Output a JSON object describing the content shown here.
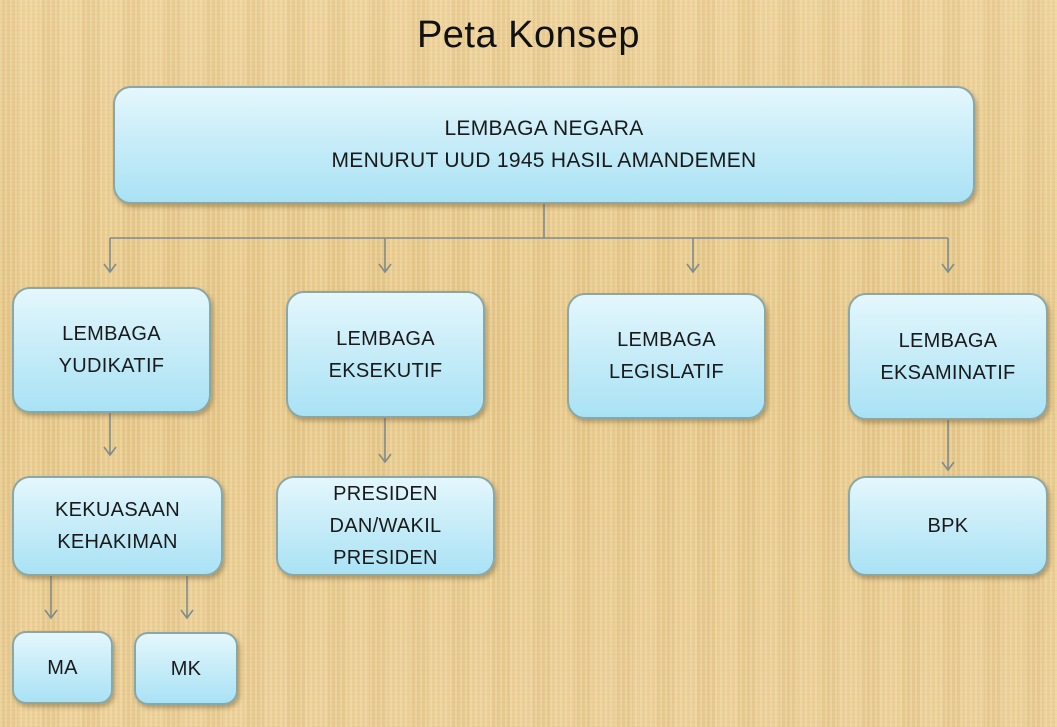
{
  "title": "Peta Konsep",
  "root": {
    "label": "LEMBAGA NEGARA\nMENURUT UUD 1945  HASIL AMANDEMEN"
  },
  "branches": [
    {
      "label": "LEMBAGA\nYUDIKATIF",
      "children": [
        {
          "label": "KEKUASAAN\nKEHAKIMAN",
          "children": [
            {
              "label": "MA"
            },
            {
              "label": "MK"
            }
          ]
        }
      ]
    },
    {
      "label": "LEMBAGA\nEKSEKUTIF",
      "children": [
        {
          "label": "PRESIDEN\nDAN/WAKIL\nPRESIDEN"
        }
      ]
    },
    {
      "label": "LEMBAGA\nLEGISLATIF",
      "children": []
    },
    {
      "label": "LEMBAGA\nEKSAMINATIF",
      "children": [
        {
          "label": "BPK"
        }
      ]
    }
  ],
  "colors": {
    "box_fill_top": "#e4f7fd",
    "box_fill_bottom": "#a9e2f5",
    "box_border": "#8aa7a6",
    "connector": "#7f8c8c",
    "background": "#e8cc92"
  }
}
